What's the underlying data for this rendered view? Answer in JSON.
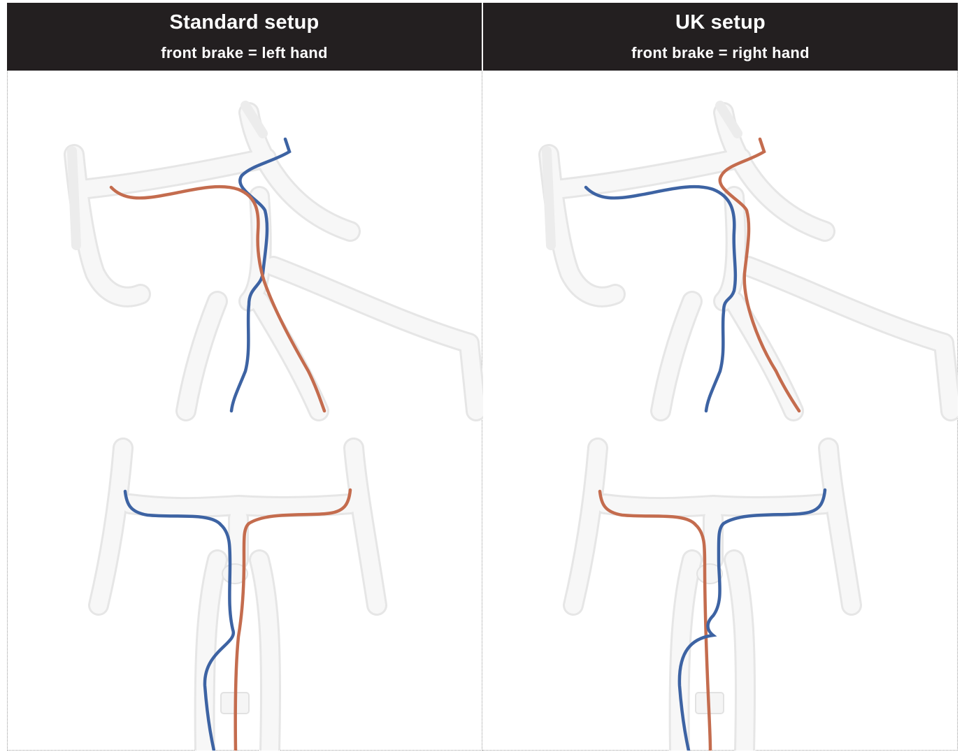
{
  "columns": [
    {
      "title": "Standard setup",
      "subtitle": "front brake = left hand"
    },
    {
      "title": "UK setup",
      "subtitle": "front brake = right hand"
    }
  ],
  "colors": {
    "header_bg": "#231f20",
    "header_text": "#ffffff",
    "blue_hose": "#3d63a3",
    "copper_hose": "#c46c4e",
    "frame": "#f2f2f2",
    "frame_edge": "#e3e3e3"
  }
}
